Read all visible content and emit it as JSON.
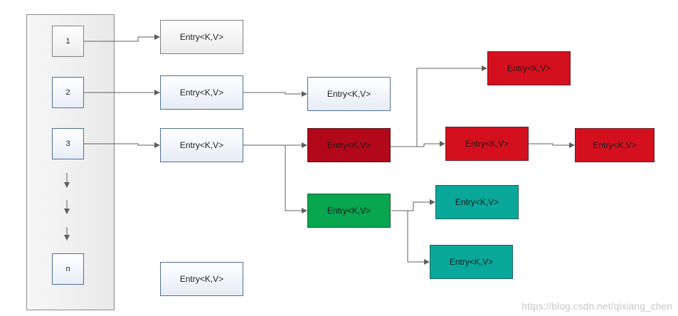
{
  "buckets": [
    "1",
    "2",
    "3",
    "n"
  ],
  "entries": {
    "bucket1_head": "Entry<K,V>",
    "bucket2_head": "Entry<K,V>",
    "bucket2_next": "Entry<K,V>",
    "bucket3_head": "Entry<K,V>",
    "tree_root": "Entry<K,V>",
    "tree_upper": "Entry<K,V>",
    "tree_mid": "Entry<K,V>",
    "tree_right": "Entry<K,V>",
    "tree_green": "Entry<K,V>",
    "tree_teal_top": "Entry<K,V>",
    "tree_teal_bottom": "Entry<K,V>",
    "standalone": "Entry<K,V>"
  },
  "watermark": "https://blog.csdn.net/qixiang_chen",
  "colors": {
    "red": "#d5101e",
    "dark_red": "#b3081a",
    "green": "#07a64f",
    "teal": "#0aa89b",
    "connector": "#5f5f5f"
  }
}
